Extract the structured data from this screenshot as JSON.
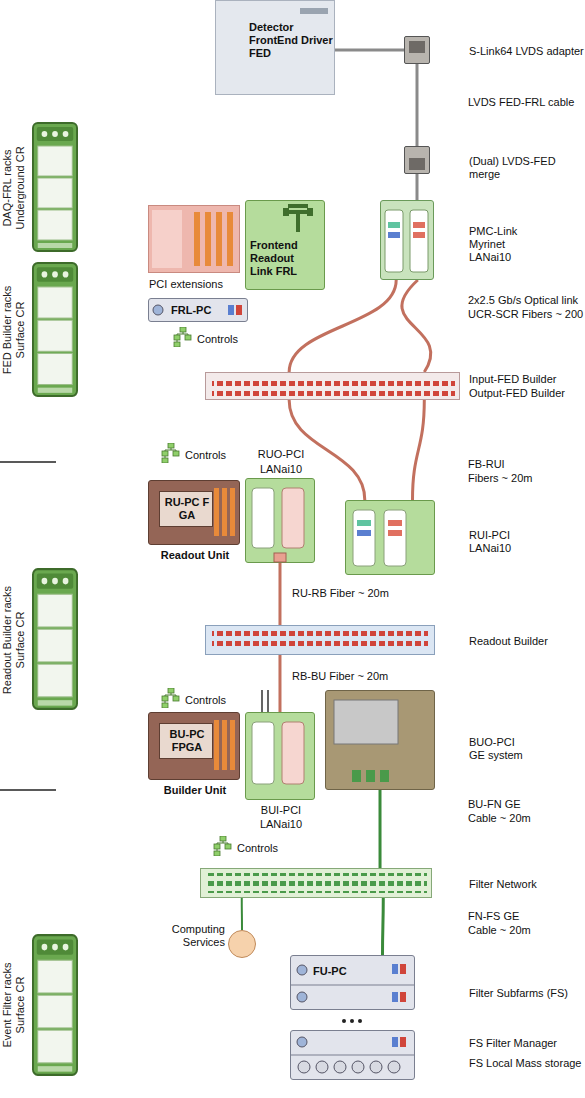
{
  "diagram": {
    "nodes": [
      {
        "text": [
          "Detector FrontEnd Driver FED"
        ]
      },
      {
        "text": [
          "S-Link64 LVDS adapter"
        ]
      },
      {
        "text": [
          "(Dual) LVDS-FED merge"
        ]
      },
      {
        "text": [
          "PCI extensions"
        ]
      },
      {
        "text": [
          "Frontend Readout Link FRL"
        ]
      },
      {
        "text": [
          "PMC-Link Myrinet LANai10"
        ]
      },
      {
        "text": [
          "FRL-PC"
        ]
      },
      {
        "text": [
          "Input-FED Builder",
          "Output-FED Builder"
        ]
      },
      {
        "text": [
          "Readout Unit"
        ]
      },
      {
        "text": [
          "RU-PC F GA"
        ],
        "in": 8
      },
      {
        "text": [
          "RUO-PCI",
          "LANai10"
        ]
      },
      {
        "text": [
          "RUI-PCI LANai10"
        ]
      },
      {
        "text": [
          "Readout Builder"
        ]
      },
      {
        "text": [
          "Builder Unit"
        ]
      },
      {
        "text": [
          "BU-PC FPGA"
        ],
        "in": 13
      },
      {
        "text": [
          "BUI-PCI",
          "LANai10"
        ]
      },
      {
        "text": [
          "BUO-PCI GE system"
        ]
      },
      {
        "text": [
          "Filter Network"
        ]
      },
      {
        "text": [
          "Computing Services"
        ]
      },
      {
        "text": [
          "FU-PC",
          "Filter Subfarms (FS)"
        ]
      },
      {
        "text": [
          "FS Filter Manager",
          "FS Local Mass storage"
        ]
      }
    ],
    "edges": [
      {
        "from": 1,
        "to": 2,
        "arrow": "none"
      },
      {
        "from": 2,
        "to": 5,
        "arrow": "none"
      },
      {
        "from": 5,
        "to": 7,
        "arrow": "none"
      },
      {
        "from": 5,
        "to": 7,
        "arrow": "none"
      },
      {
        "from": 7,
        "to": 11,
        "arrow": "none"
      },
      {
        "from": 7,
        "to": 11,
        "arrow": "none"
      },
      {
        "from": 10,
        "to": 12,
        "label": "RU-RB Fiber ~ 20m",
        "arrow": "none"
      },
      {
        "from": 12,
        "to": 15,
        "label": "RB-BU Fiber ~ 20m",
        "arrow": "none"
      },
      {
        "from": 16,
        "to": 17,
        "arrow": "none"
      },
      {
        "from": 17,
        "to": 18,
        "arrow": "none"
      },
      {
        "from": 17,
        "to": 19,
        "arrow": "none"
      }
    ],
    "labels": [
      "DAQ-FRL racks Underground CR",
      "FED Builder racks Surface CR",
      "Readout Builder racks Surface CR",
      "Event Filter racks Surface CR",
      "LVDS FED-FRL cable",
      "Controls",
      "2x2.5 Gb/s Optical link",
      "UCR-SCR Fibers ~ 200",
      "FB-RUI",
      "Fibers ~ 20m",
      "Controls",
      "Controls",
      "BU-FN GE",
      "Cable ~ 20m",
      "Controls",
      "FN-FS GE",
      "Cable ~ 20m"
    ]
  }
}
